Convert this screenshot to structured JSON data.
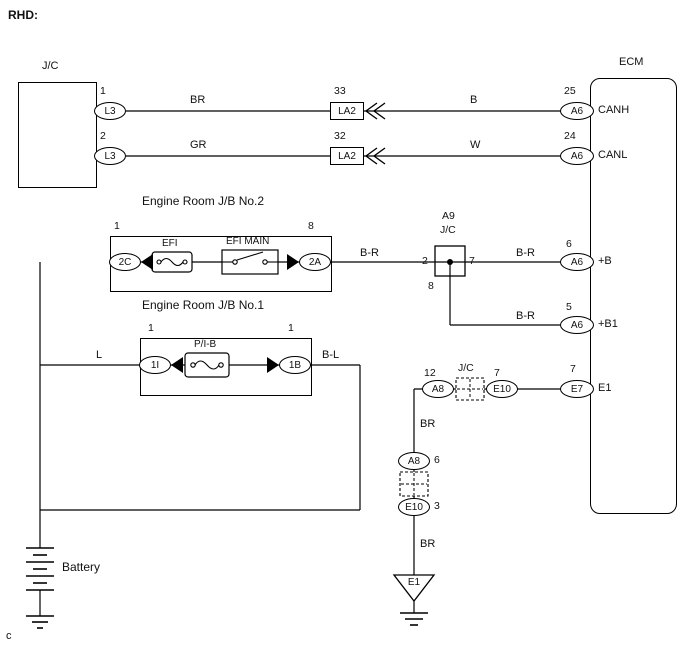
{
  "meta": {
    "header": "RHD:",
    "corner": "c"
  },
  "jc_left": {
    "title": "J/C",
    "pin1": "1",
    "conn1": "L3",
    "pin2": "2",
    "conn2": "L3"
  },
  "can_high": {
    "wire1": "BR",
    "pin": "33",
    "conn": "LA2",
    "wire2": "B",
    "ecm_pin": "25",
    "ecm_conn": "A6",
    "terminal": "CANH"
  },
  "can_low": {
    "wire1": "GR",
    "pin": "32",
    "conn": "LA2",
    "wire2": "W",
    "ecm_pin": "24",
    "ecm_conn": "A6",
    "terminal": "CANL"
  },
  "ecm": {
    "title": "ECM"
  },
  "jb2": {
    "caption": "Engine Room J/B No.2",
    "pin_in": "1",
    "conn_in": "2C",
    "fuse": "EFI",
    "relay": "EFI MAIN",
    "pin_out": "8",
    "conn_out": "2A"
  },
  "a9": {
    "name": "A9",
    "kind": "J/C",
    "pin_left": "2",
    "pin_right": "7",
    "pin_down": "8"
  },
  "plus_b": {
    "wire_in": "B-R",
    "wire_out": "B-R",
    "pin": "6",
    "conn": "A6",
    "terminal": "+B"
  },
  "plus_b1": {
    "wire": "B-R",
    "pin": "5",
    "conn": "A6",
    "terminal": "+B1"
  },
  "jb1": {
    "caption": "Engine Room J/B No.1",
    "pin_in": "1",
    "conn_in": "1I",
    "link": "P/I-B",
    "pin_out": "1",
    "conn_out": "1B"
  },
  "battery_feed": {
    "wire_l": "L",
    "wire_bl": "B-L"
  },
  "battery": {
    "label": "Battery"
  },
  "e1_path": {
    "jc": "J/C",
    "pin_a8": "12",
    "conn_a8": "A8",
    "pin_e10": "7",
    "conn_e10": "E10",
    "ecm_pin": "7",
    "ecm_conn": "E7",
    "terminal": "E1",
    "wire1": "BR",
    "conn_a8b": "A8",
    "pin_a8b": "6",
    "conn_e10b": "E10",
    "pin_e10b": "3",
    "wire2": "BR",
    "ground": "E1"
  }
}
